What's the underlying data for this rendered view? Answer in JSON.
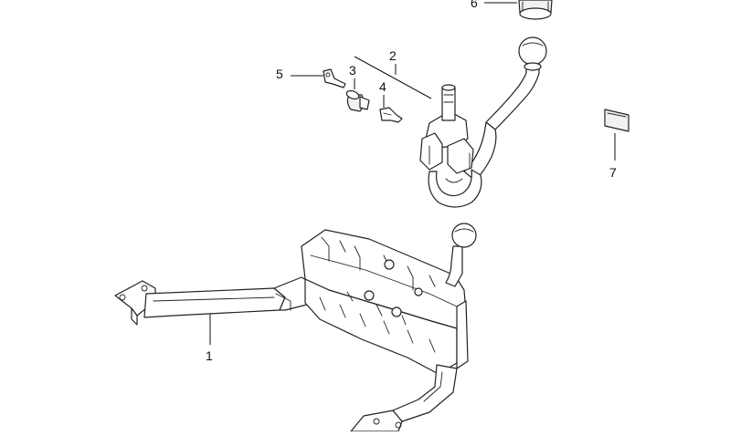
{
  "diagram": {
    "labels": {
      "part_1": "1",
      "part_2": "2",
      "part_3": "3",
      "part_4": "4",
      "part_5": "5",
      "part_6": "6",
      "part_7": "7"
    }
  }
}
